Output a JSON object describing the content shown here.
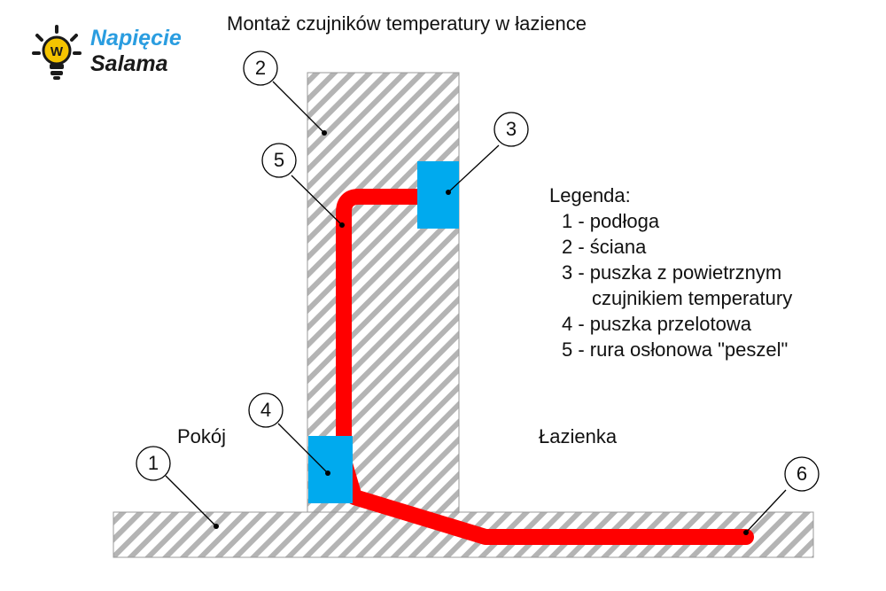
{
  "title": "Montaż czujników temperatury w łazience",
  "logo": {
    "line1": "Napięcie",
    "line2": "Salama",
    "badge": "W",
    "icon": "lightbulb-icon",
    "colors": {
      "accent": "#2a9de0",
      "bulb": "#f5c400",
      "text": "#1a1a1a"
    }
  },
  "rooms": {
    "left": "Pokój",
    "right": "Łazienka"
  },
  "legend": {
    "heading": "Legenda:",
    "items": [
      "1 - podłoga",
      "2 - ściana",
      "3 - puszka z powietrznym",
      "czujnikiem temperatury",
      "4 - puszka przelotowa",
      "5 - rura osłonowa \"peszel\""
    ]
  },
  "markers": [
    "1",
    "2",
    "3",
    "4",
    "5",
    "6"
  ],
  "colors": {
    "pipe": "#ff0000",
    "box": "#00aaee",
    "hatch": "#b4b4b4",
    "outline": "#999999",
    "line": "#000000"
  }
}
